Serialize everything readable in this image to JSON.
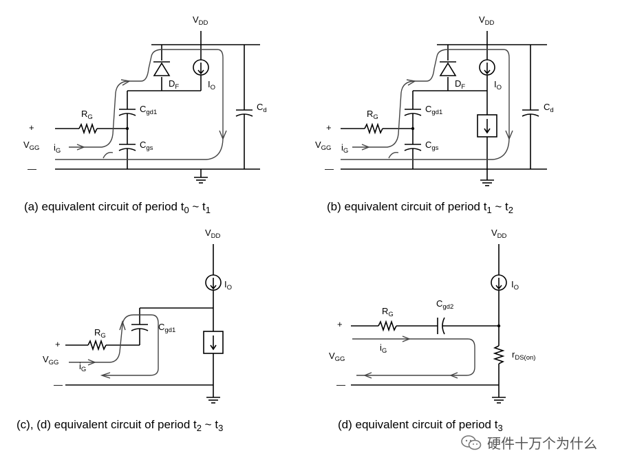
{
  "panels": {
    "a": {
      "caption": "(a) equivalent circuit of period t0 ~ t1",
      "vdd": "VDD",
      "df": "DF",
      "io": "IO",
      "cd": "Cd",
      "cgd": "Cgd1",
      "cgs": "Cgs",
      "rg": "RG",
      "vgg": "VGG",
      "ig": "iG",
      "plus": "+",
      "minus": "—"
    },
    "b": {
      "caption": "(b) equivalent circuit of period t1 ~ t2",
      "vdd": "VDD",
      "df": "DF",
      "io": "IO",
      "cd": "Cd",
      "cgd": "Cgd1",
      "cgs": "Cgs",
      "rg": "RG",
      "vgg": "VGG",
      "ig": "iG",
      "plus": "+",
      "minus": "—"
    },
    "c": {
      "caption": "(c), (d) equivalent circuit of period t2 ~ t3",
      "vdd": "VDD",
      "io": "IO",
      "cgd": "Cgd1",
      "rg": "RG",
      "vgg": "VGG",
      "ig": "iG",
      "plus": "+",
      "minus": "—"
    },
    "d": {
      "caption": "(d) equivalent circuit of period t3",
      "vdd": "VDD",
      "io": "IO",
      "cgd": "Cgd2",
      "rds": "rDS(on)",
      "rg": "RG",
      "vgg": "VGG",
      "ig": "iG",
      "plus": "+",
      "minus": "—"
    }
  },
  "watermark": {
    "icon": "wechat-icon",
    "text": "硬件十万个为什么"
  }
}
